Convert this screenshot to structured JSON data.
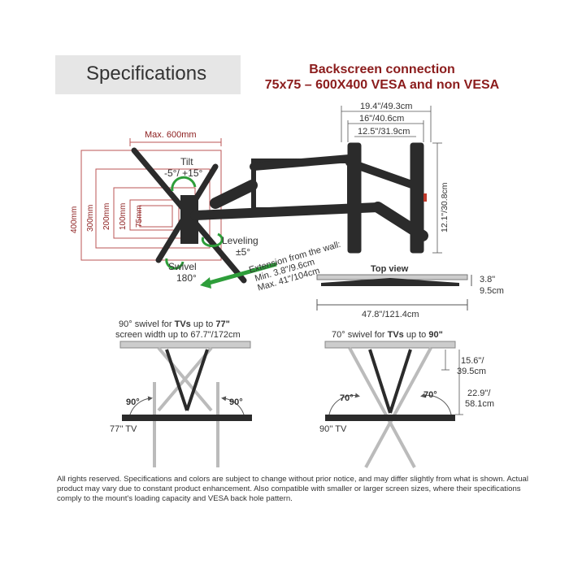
{
  "header": {
    "title": "Specifications"
  },
  "backscreen": {
    "line1": "Backscreen connection",
    "line2": "75x75 – 600X400 VESA and non VESA"
  },
  "vesa": {
    "max_width": "Max. 600mm",
    "heights": [
      "400mm",
      "300mm",
      "200mm",
      "100mm",
      "75mm"
    ]
  },
  "tilt": {
    "label": "Tilt",
    "range": "-5°/ +15°"
  },
  "leveling": {
    "label": "Leveling",
    "range": "±5°"
  },
  "swivel": {
    "label": "Swivel",
    "range": "180°"
  },
  "extension": {
    "label": "Extension from the wall:",
    "min": "Min. 3.8\"/9.6cm",
    "max": "Max. 41\"/104cm"
  },
  "wall_plate": {
    "widths": [
      "19.4\"/49.3cm",
      "16\"/40.6cm",
      "12.5\"/31.9cm"
    ],
    "height": "12.1\"/30.8cm"
  },
  "top_view": {
    "title": "Top view",
    "depth": "3.8\"",
    "depth_cm": "9.5cm",
    "width": "47.8\"/121.4cm"
  },
  "swivel77": {
    "line1_prefix": "90° swivel for ",
    "line1_tvs": "TVs",
    "line1_mid": " up to ",
    "line1_size": "77\"",
    "line2": "screen width up to 67.7\"/172cm",
    "angle_left": "90°",
    "angle_right": "90°",
    "tv_label": "77'' TV"
  },
  "swivel90": {
    "line1_prefix": "70° swivel for ",
    "line1_tvs": "TVs",
    "line1_mid": " up to ",
    "line1_size": "90\"",
    "angle_left": "70°",
    "angle_right": "70°",
    "dim1": "15.6\"/",
    "dim1b": "39.5cm",
    "dim2": "22.9\"/",
    "dim2b": "58.1cm",
    "tv_label": "90'' TV"
  },
  "footer": "All rights reserved. Specifications and colors are subject to change without prior notice, and may differ slightly from what is shown. Actual product may vary due to constant product enhancement. Also compatible with smaller or larger screen sizes, where their specifications comply to the mount's loading capacity and VESA back hole pattern.",
  "colors": {
    "accent_red": "#8b1c1c",
    "arrow_green": "#2e9e3a",
    "arm_dark": "#2b2b2b",
    "header_bg": "#e6e6e6"
  }
}
